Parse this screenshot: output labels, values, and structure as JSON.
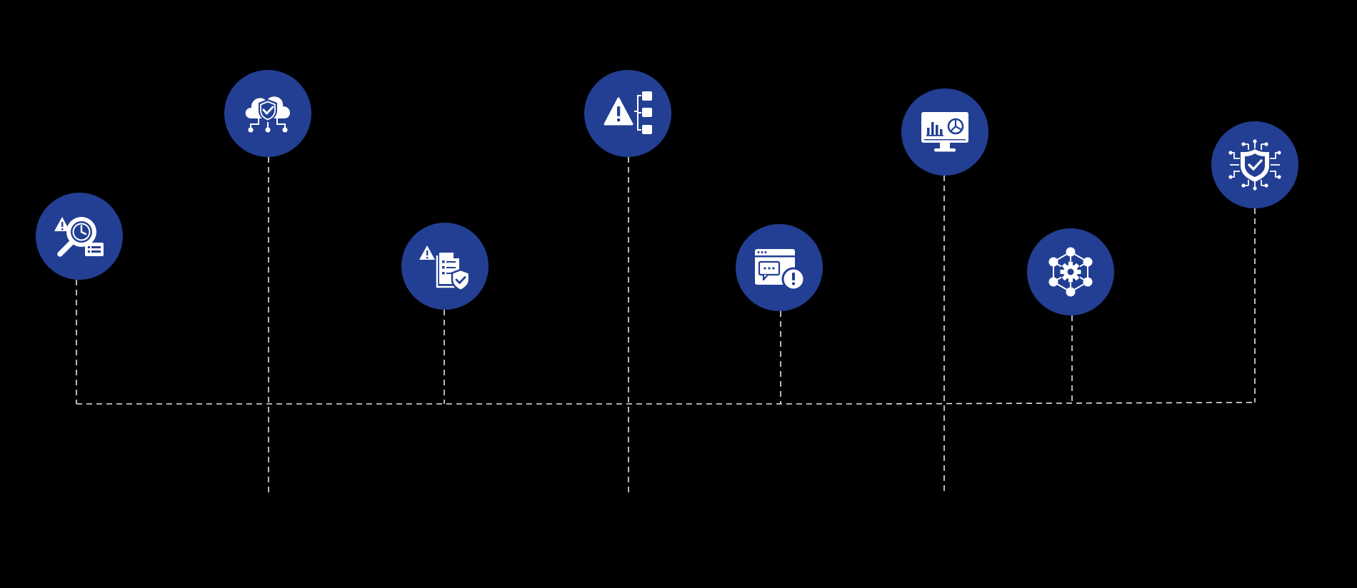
{
  "theme": {
    "background": "#000000",
    "node_fill": "#233F93",
    "icon_color": "#FFFFFF",
    "line_color": "#FFFFFF"
  },
  "nodes": [
    {
      "id": "n1",
      "icon": "risk-timer-search-icon"
    },
    {
      "id": "n2",
      "icon": "cloud-security-network-icon"
    },
    {
      "id": "n3",
      "icon": "warning-document-shield-icon"
    },
    {
      "id": "n4",
      "icon": "warning-hierarchy-icon"
    },
    {
      "id": "n5",
      "icon": "browser-chat-alert-icon"
    },
    {
      "id": "n6",
      "icon": "monitor-analytics-icon"
    },
    {
      "id": "n7",
      "icon": "gear-network-icon"
    },
    {
      "id": "n8",
      "icon": "circuit-shield-icon"
    }
  ]
}
